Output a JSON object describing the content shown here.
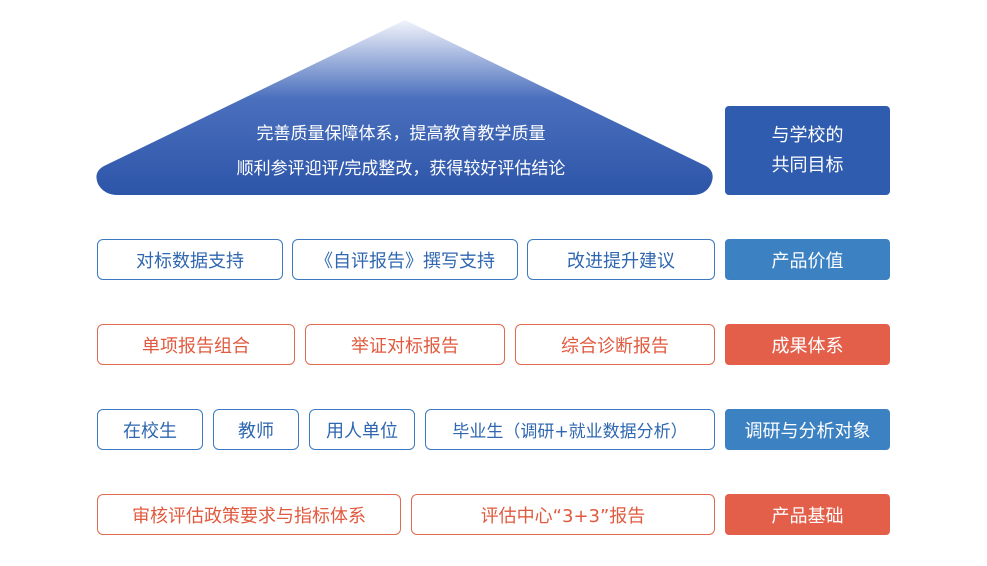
{
  "colors": {
    "roof_top": "#f2f4fb",
    "roof_bottom": "#2d55a8",
    "goal_tag": "#2f5cae",
    "blue_tag": "#3c82c2",
    "red_tag": "#e35f49",
    "blue_border": "#3b7ac0",
    "red_border": "#e06a50"
  },
  "roof": {
    "line1": "完善质量保障体系，提高教育教学质量",
    "line2": "顺利参评迎评/完成整改，获得较好评估结论"
  },
  "goal_tag": {
    "line1": "与学校的",
    "line2": "共同目标"
  },
  "rows": [
    {
      "tag": "产品价值",
      "style": "blue",
      "items": [
        "对标数据支持",
        "《自评报告》撰写支持",
        "改进提升建议"
      ]
    },
    {
      "tag": "成果体系",
      "style": "red",
      "items": [
        "单项报告组合",
        "举证对标报告",
        "综合诊断报告"
      ]
    },
    {
      "tag": "调研与分析对象",
      "style": "blue",
      "items": [
        "在校生",
        "教师",
        "用人单位",
        "毕业生（调研+就业数据分析）"
      ]
    },
    {
      "tag": "产品基础",
      "style": "red",
      "items": [
        "审核评估政策要求与指标体系",
        "评估中心“3+3”报告"
      ]
    }
  ]
}
